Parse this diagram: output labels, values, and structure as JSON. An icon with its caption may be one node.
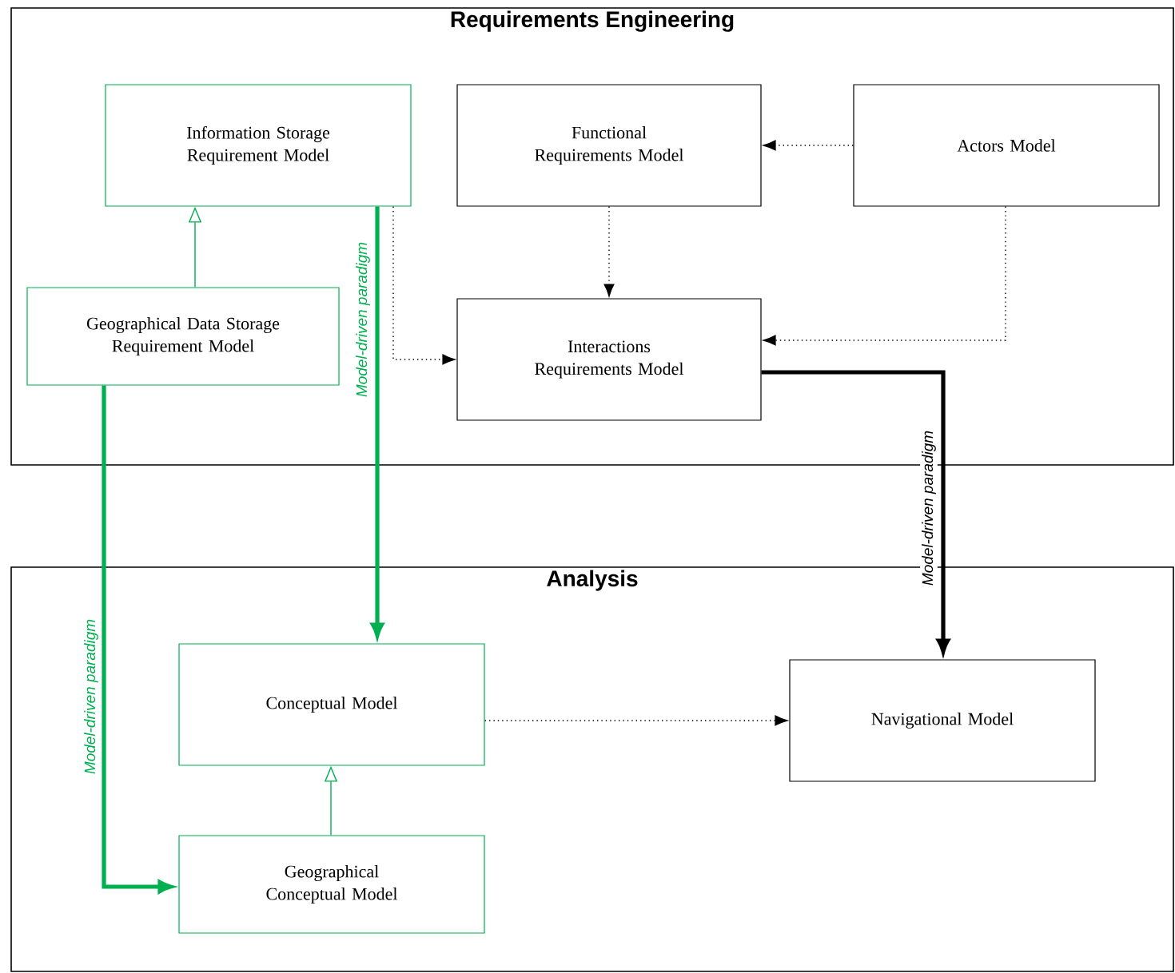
{
  "diagram": {
    "nodes": [
      {
        "text": [
          "Requirements Engineering"
        ]
      },
      {
        "text": [
          "Information Storage Requirement Model"
        ],
        "in": 0
      },
      {
        "text": [
          "Functional Requirements Model"
        ],
        "in": 0
      },
      {
        "text": [
          "Actors Model"
        ],
        "in": 0
      },
      {
        "text": [
          "Geographical Data Storage Requirement Model"
        ],
        "in": 0
      },
      {
        "text": [
          "Interactions Requirements Model"
        ],
        "in": 0
      },
      {
        "text": [
          "Analysis"
        ]
      },
      {
        "text": [
          "Conceptual Model"
        ],
        "in": 6
      },
      {
        "text": [
          "Navigational Model"
        ],
        "in": 6
      },
      {
        "text": [
          "Geographical Conceptual Model"
        ],
        "in": 6
      }
    ],
    "edges": [
      {
        "from": 3,
        "to": 2,
        "arrow": "to",
        "style": "dashed"
      },
      {
        "from": 2,
        "to": 5,
        "arrow": "to",
        "style": "dashed"
      },
      {
        "from": 3,
        "to": 5,
        "arrow": "to",
        "style": "dashed"
      },
      {
        "from": 1,
        "to": 5,
        "arrow": "to",
        "style": "dashed"
      },
      {
        "from": 4,
        "to": 1,
        "arrow": "to",
        "color": "#00b050"
      },
      {
        "from": 1,
        "to": 7,
        "arrow": "to",
        "style": "thick",
        "color": "#00b050",
        "label": "Model-driven paradigm"
      },
      {
        "from": 5,
        "to": 8,
        "arrow": "to",
        "style": "thick",
        "label": "Model-driven paradigm"
      },
      {
        "from": 4,
        "to": 9,
        "arrow": "to",
        "style": "thick",
        "color": "#00b050",
        "label": "Model-driven paradigm"
      },
      {
        "from": 9,
        "to": 7,
        "arrow": "to",
        "color": "#00b050"
      },
      {
        "from": 7,
        "to": 8,
        "arrow": "to",
        "style": "dashed"
      }
    ]
  }
}
